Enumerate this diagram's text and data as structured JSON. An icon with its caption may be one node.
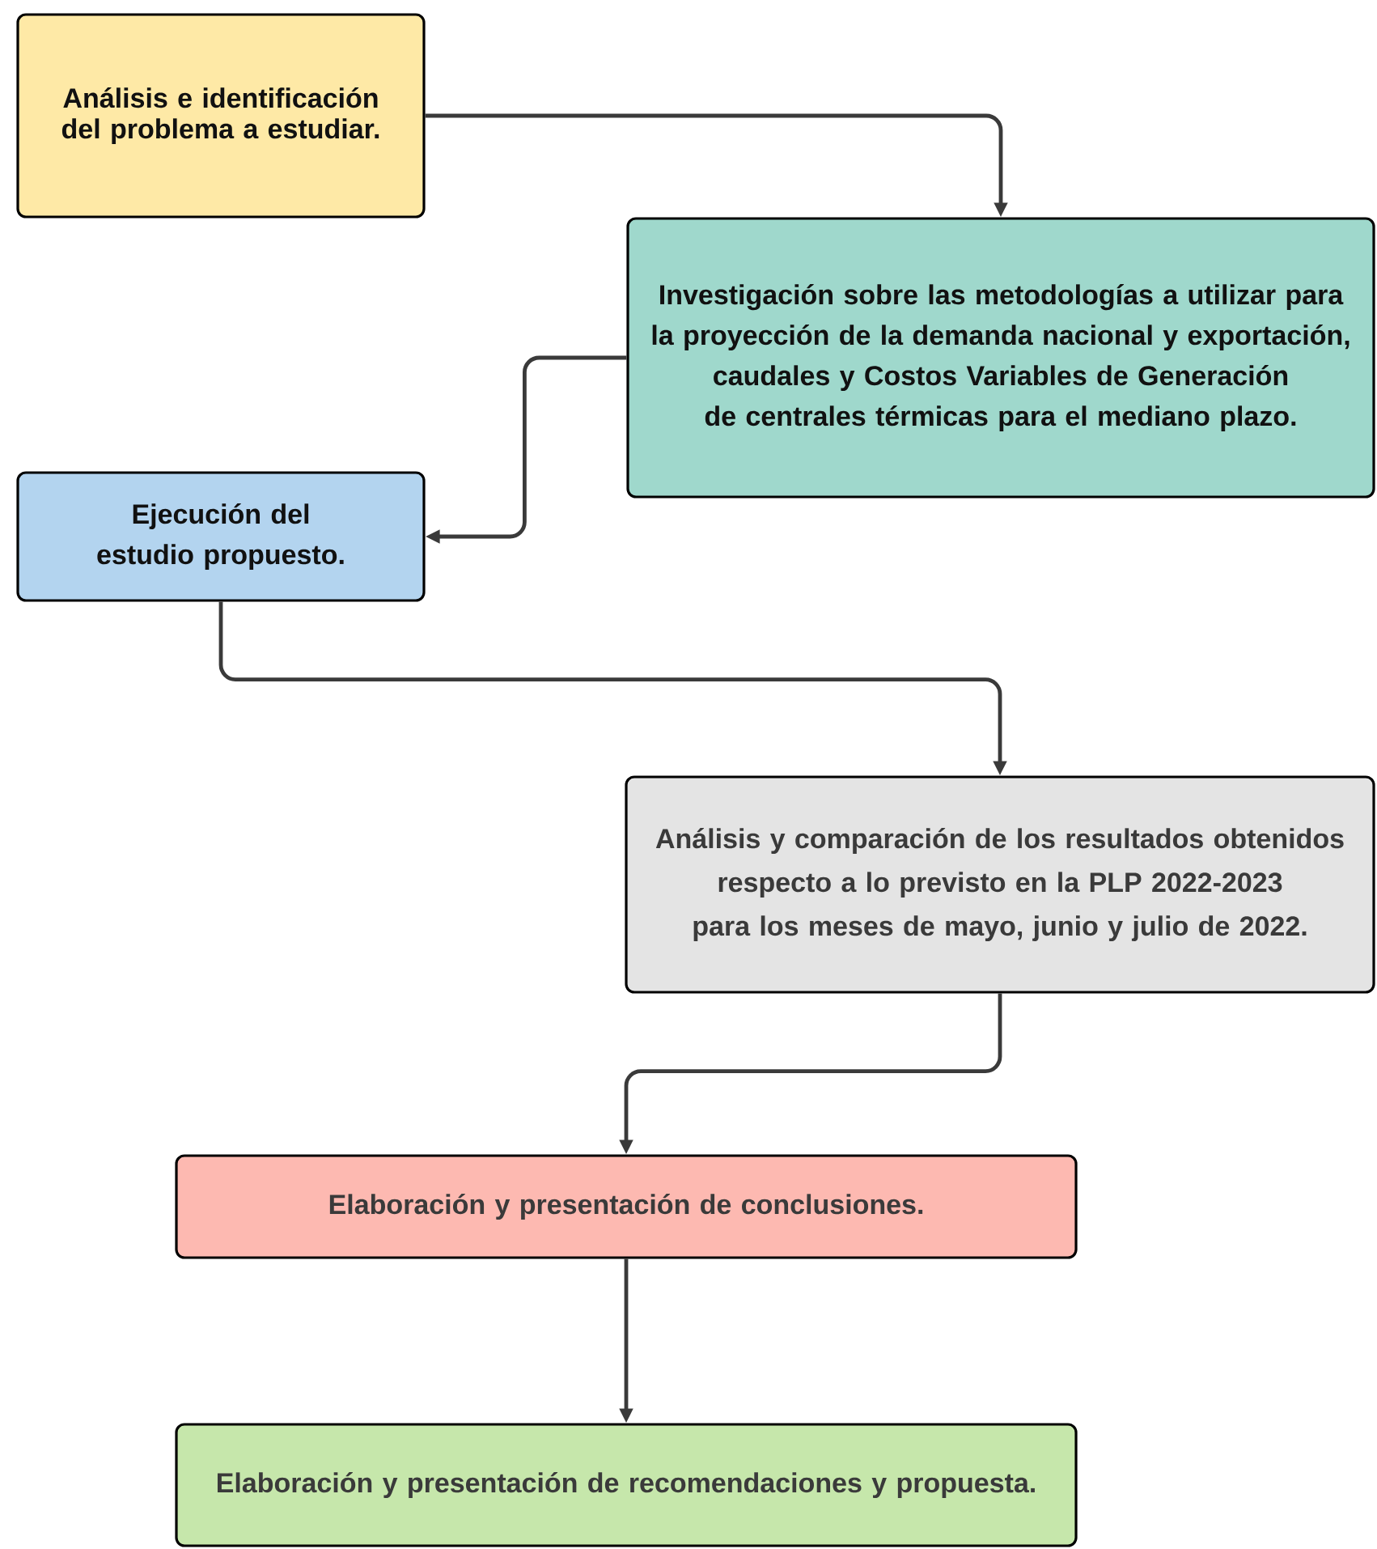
{
  "diagram": {
    "nodes": [
      {
        "text": [
          "Análisis e identificación del problema a estudiar."
        ]
      },
      {
        "text": [
          "Investigación sobre las metodologías a utilizar para la proyección de la demanda nacional y exportación, caudales y Costos Variables de Generación de centrales térmicas para el mediano plazo."
        ]
      },
      {
        "text": [
          "Ejecución del estudio propuesto."
        ]
      },
      {
        "text": [
          "Análisis y comparación de los resultados obtenidos respecto a lo previsto en la PLP 2022-2023 para los meses de mayo, junio y julio de 2022."
        ]
      },
      {
        "text": [
          "Elaboración y presentación de conclusiones."
        ]
      },
      {
        "text": [
          "Elaboración y presentación de recomendaciones y propuesta."
        ]
      }
    ],
    "edges": [
      {
        "from": 0,
        "to": 1,
        "arrow": "to"
      },
      {
        "from": 1,
        "to": 2,
        "arrow": "to"
      },
      {
        "from": 2,
        "to": 3,
        "arrow": "to"
      },
      {
        "from": 3,
        "to": 4,
        "arrow": "to"
      },
      {
        "from": 4,
        "to": 5,
        "arrow": "to"
      }
    ]
  }
}
